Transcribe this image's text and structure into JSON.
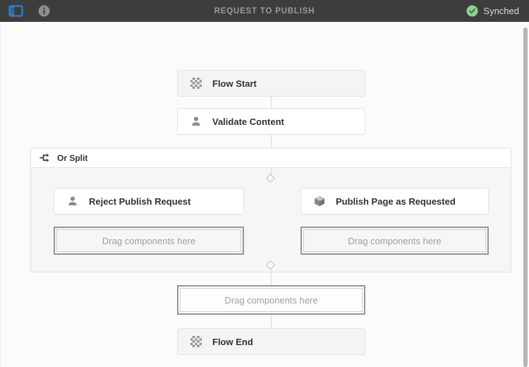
{
  "topbar": {
    "title": "REQUEST TO PUBLISH",
    "sync_status": "Synched",
    "icons": [
      "side-panel-icon",
      "info-icon",
      "check-circle-icon"
    ]
  },
  "workflow": {
    "nodes": {
      "flow_start": {
        "label": "Flow Start",
        "icon": "checkerboard-icon"
      },
      "validate_content": {
        "label": "Validate Content",
        "icon": "participant-icon"
      },
      "or_split": {
        "label": "Or Split",
        "icon": "split-icon"
      },
      "reject_publish": {
        "label": "Reject Publish Request",
        "icon": "participant-icon"
      },
      "publish_page": {
        "label": "Publish Page as Requested",
        "icon": "process-cube-icon"
      },
      "flow_end": {
        "label": "Flow End",
        "icon": "checkerboard-icon"
      }
    },
    "drop_zones": {
      "branch_left": "Drag components here",
      "branch_right": "Drag components here",
      "after_split": "Drag components here"
    }
  },
  "colors": {
    "topbar_bg": "#3d3d3d",
    "accent_blue": "#2f7cc4",
    "sync_green": "#8fd190",
    "canvas_bg": "#fbfbfb",
    "node_gray_bg": "#f4f4f4",
    "container_bg": "#f6f6f6",
    "connector": "#d9d9d9",
    "dropzone_border": "#979797",
    "dropzone_text": "#9e9e9e"
  }
}
